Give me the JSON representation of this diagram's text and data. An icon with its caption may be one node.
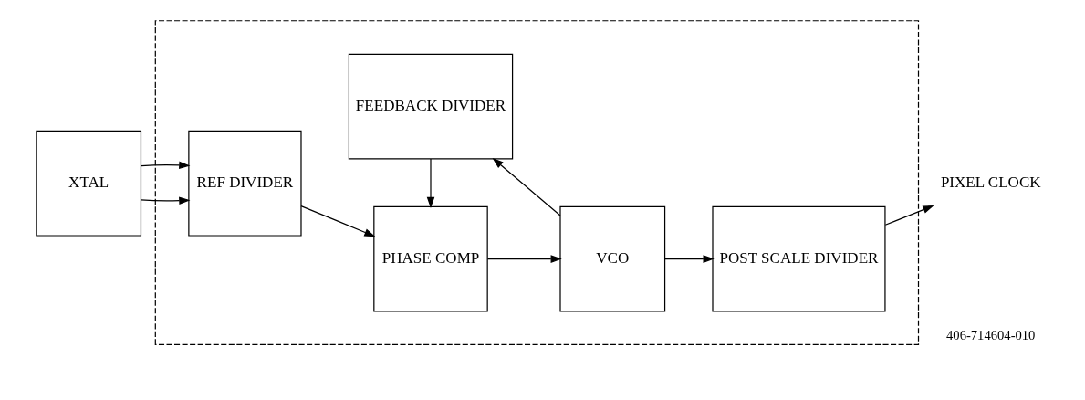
{
  "diagram": {
    "nodes": [
      {
        "text": [
          "XTAL"
        ]
      },
      {
        "text": [],
        "shape": "box"
      },
      {
        "text": [
          "REF DIVIDER"
        ],
        "in": 1
      },
      {
        "text": [
          "PHASE COMP"
        ],
        "in": 1
      },
      {
        "text": [
          "VCO"
        ],
        "in": 1
      },
      {
        "text": [
          "POST SCALE DIVIDER"
        ],
        "in": 1
      },
      {
        "text": [
          "FEEDBACK DIVIDER"
        ],
        "in": 1
      },
      {
        "text": [
          "PIXEL CLOCK"
        ]
      }
    ],
    "edges": [
      {
        "from": 0,
        "to": 2,
        "arrow": "to"
      },
      {
        "from": 0,
        "to": 2,
        "arrow": "to"
      },
      {
        "from": 2,
        "to": 3,
        "arrow": "to"
      },
      {
        "from": 3,
        "to": 4,
        "arrow": "to"
      },
      {
        "from": 4,
        "to": 5,
        "arrow": "to"
      },
      {
        "from": 4,
        "to": 6,
        "arrow": "to"
      },
      {
        "from": 6,
        "to": 3,
        "arrow": "to"
      },
      {
        "from": 5,
        "to": 7,
        "arrow": "to"
      }
    ],
    "labels": [
      "406-714604-010"
    ]
  }
}
